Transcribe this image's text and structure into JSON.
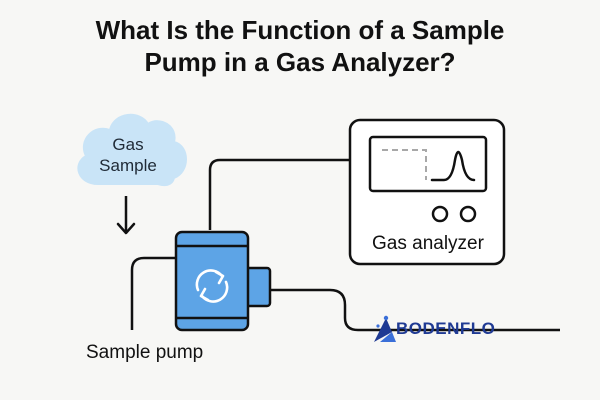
{
  "title": {
    "line1": "What Is the Function of a Sample",
    "line2": "Pump in a Gas Analyzer?"
  },
  "cloud": {
    "line1": "Gas",
    "line2": "Sample",
    "fill": "#c9e4f7"
  },
  "analyzer": {
    "label": "Gas analyzer"
  },
  "pump": {
    "label": "Sample pump",
    "fill": "#5da4e6"
  },
  "brand": {
    "name": "BODENFLO",
    "color": "#1f3a93"
  },
  "icons": {
    "arrow": "arrow-down-icon",
    "pump_symbol": "refresh-icon",
    "analyzer_signal": "signal-peak-icon"
  }
}
